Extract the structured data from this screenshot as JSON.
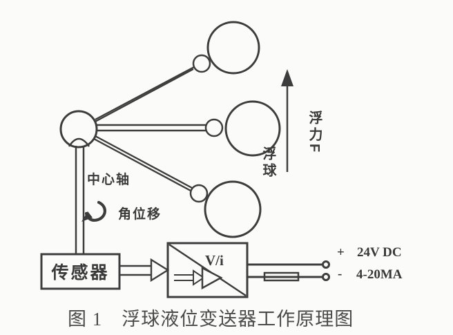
{
  "figure": {
    "caption": "图 1　浮球液位变送器工作原理图",
    "labels": {
      "center_axis": "中心轴",
      "angular_displacement": "角位移",
      "float_ball": "浮球",
      "buoyancy_force": "浮力F",
      "sensor": "传感器",
      "vi_converter": "V/i",
      "plus_sign": "+",
      "supply": "24V DC",
      "minus_sign": "-",
      "output_current": "4-20MA"
    },
    "colors": {
      "line": "#3d3d3d",
      "text": "#3a3a3a",
      "background": "#fbfbfa"
    }
  }
}
